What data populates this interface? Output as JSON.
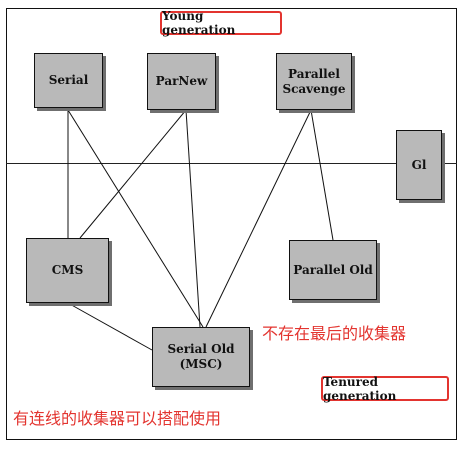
{
  "diagram": {
    "regions": {
      "young_label": "Young generation",
      "tenured_label": "Tenured generation"
    },
    "collectors": {
      "serial": "Serial",
      "parnew": "ParNew",
      "parallel_scavenge": "Parallel\nScavenge",
      "g1": "Gl",
      "cms": "CMS",
      "parallel_old": "Parallel Old",
      "serial_old": "Serial Old\n(MSC)"
    },
    "annotations": {
      "not_exist_note": "不存在最后的收集器",
      "connected_note": "有连线的收集器可以搭配使用"
    },
    "colors": {
      "box_fill": "#b9b9b9",
      "highlight_red": "#e3342f",
      "line": "#111111"
    }
  }
}
